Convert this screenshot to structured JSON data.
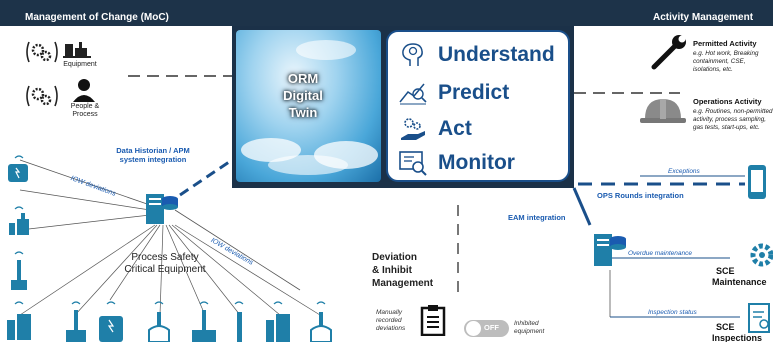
{
  "moc": {
    "title": "Management of Change (MoC)",
    "equipment_label": "Equipment",
    "people_label": "People &\nProcess"
  },
  "activity": {
    "title": "Activity Management",
    "permitted_title": "Permitted Activity",
    "permitted_desc": "e.g. Hot work, Breaking containment, CSE, isolations, etc.",
    "ops_title": "Operations Activity",
    "ops_desc": "e.g. Routines, non-permitted activity, process sampling, gas tests, start-ups, etc."
  },
  "center": {
    "orm_title": "ORM\nDigital\nTwin",
    "items": [
      "Understand",
      "Predict",
      "Act",
      "Monitor"
    ]
  },
  "left": {
    "historian_label": "Data Historian / APM\nsystem integration",
    "iow_1": "IOW deviations",
    "iow_2": "IOW deviations",
    "psce_label": "Process Safety\nCritical Equipment"
  },
  "middle": {
    "eam_label": "EAM integration",
    "deviation_title": "Deviation\n& Inhibit\nManagement",
    "manual_label": "Manually\nrecorded\ndeviations",
    "toggle_text": "OFF",
    "inhibited_label": "Inhibited\nequipment"
  },
  "right": {
    "exceptions_label": "Exceptions",
    "ops_rounds_label": "OPS Rounds integration",
    "overdue_label": "Overdue maintenance",
    "sce_maint_1": "SCE",
    "sce_maint_2": "Maintenance",
    "inspection_label": "Inspection status",
    "sce_insp_1": "SCE",
    "sce_insp_2": "Inspections"
  },
  "colors": {
    "navy": "#1d3349",
    "accent_blue": "#1a4f8a",
    "label_blue": "#1a5bb0",
    "equipment_teal": "#1f7fa8"
  }
}
